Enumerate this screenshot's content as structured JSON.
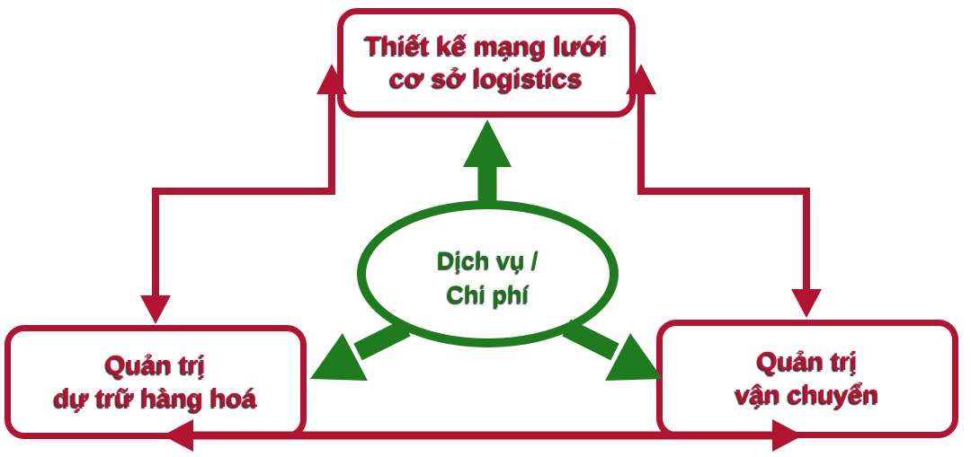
{
  "colors": {
    "red": "#b11331",
    "red-text": "#c10d30",
    "green": "#1e7c1f",
    "green-text": "#187418",
    "bg": "#ffffff"
  },
  "nodes": {
    "network_design": {
      "line1": "Thiết kế mạng lưới",
      "line2": "cơ sở logistics"
    },
    "service_cost": {
      "line1": "Dịch vụ /",
      "line2": "Chi phí"
    },
    "inventory": {
      "line1": "Quản trị",
      "line2": "dự trữ hàng hoá"
    },
    "transport": {
      "line1": "Quản trị",
      "line2": "vận chuyển"
    }
  },
  "connectors": [
    {
      "name": "network-inventory",
      "from": "network_design",
      "to": "inventory",
      "bidirectional": true,
      "color": "red",
      "style": "elbow"
    },
    {
      "name": "network-transport",
      "from": "network_design",
      "to": "transport",
      "bidirectional": true,
      "color": "red",
      "style": "elbow"
    },
    {
      "name": "inventory-transport",
      "from": "inventory",
      "to": "transport",
      "bidirectional": true,
      "color": "red",
      "style": "straight"
    },
    {
      "name": "service-to-network",
      "from": "service_cost",
      "to": "network_design",
      "bidirectional": false,
      "color": "green",
      "style": "straight"
    },
    {
      "name": "service-to-inventory",
      "from": "service_cost",
      "to": "inventory",
      "bidirectional": false,
      "color": "green",
      "style": "diagonal"
    },
    {
      "name": "service-to-transport",
      "from": "service_cost",
      "to": "transport",
      "bidirectional": false,
      "color": "green",
      "style": "diagonal"
    }
  ]
}
